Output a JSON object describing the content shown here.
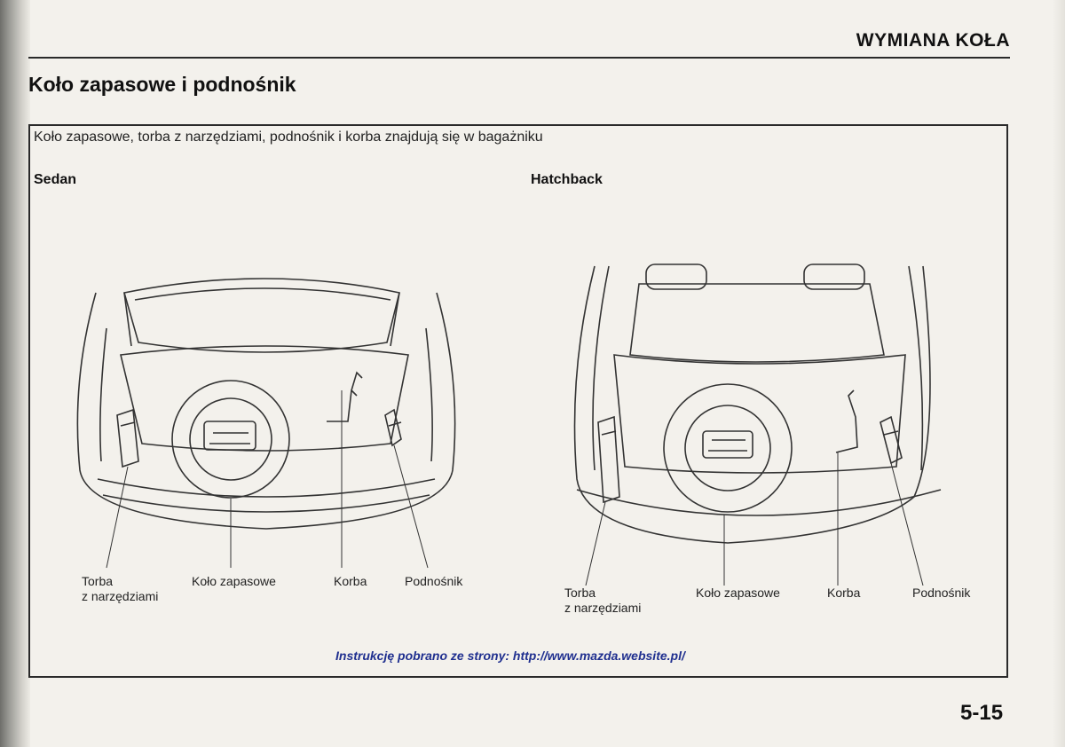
{
  "header": {
    "section_title": "WYMIANA KOŁA",
    "page_heading": "Koło zapasowe i podnośnik"
  },
  "content": {
    "intro": "Koło zapasowe, torba z narzędziami, podnośnik i korba znajdują się w bagażniku",
    "sedan": {
      "title": "Sedan",
      "labels": {
        "tool_bag_line1": "Torba",
        "tool_bag_line2": "z narzędziami",
        "spare_wheel": "Koło zapasowe",
        "crank": "Korba",
        "jack": "Podnośnik"
      }
    },
    "hatchback": {
      "title": "Hatchback",
      "labels": {
        "tool_bag_line1": "Torba",
        "tool_bag_line2": "z narzędziami",
        "spare_wheel": "Koło zapasowe",
        "crank": "Korba",
        "jack": "Podnośnik"
      }
    }
  },
  "footer": {
    "source_note": "Instrukcję pobrano ze strony: http://www.mazda.website.pl/",
    "page_number": "5-15"
  }
}
